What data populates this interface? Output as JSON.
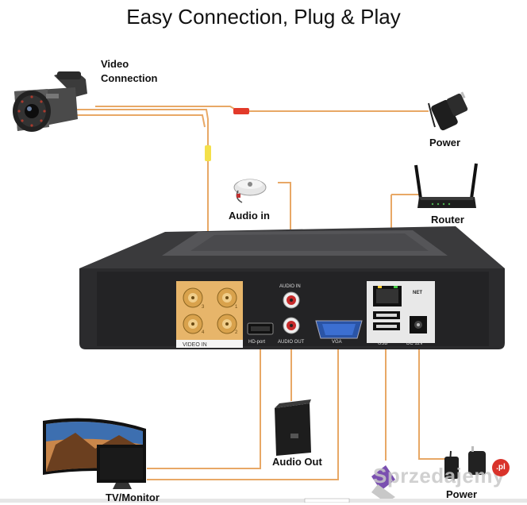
{
  "title": "Easy Connection, Plug & Play",
  "labels": {
    "video_connection_line1": "Video",
    "video_connection_line2": "Connection",
    "power_top": "Power",
    "audio_in": "Audio in",
    "router": "Router",
    "audio_out": "Audio Out",
    "tv_monitor": "TV/Monitor",
    "power_bottom": "Power"
  },
  "dvr_panel": {
    "video_in": "VIDEO IN",
    "hdmi": "HD-port",
    "audio_in": "AUDIO IN",
    "audio_out": "AUDIO OUT",
    "vga": "VGA",
    "net": "NET",
    "usb": "USB",
    "dc12v": "DC 12V",
    "ch1": "1",
    "ch2": "2",
    "ch3": "3",
    "ch4": "4"
  },
  "watermark": {
    "text": "Sprzedajemy",
    "badge": ".pl"
  },
  "colors": {
    "cable": "#e8a866",
    "dvr_body": "#2b2b2d",
    "bnc_gold": "#e7b56a",
    "red_plug": "#e23a2a",
    "yellow_plug": "#f4e04a"
  }
}
